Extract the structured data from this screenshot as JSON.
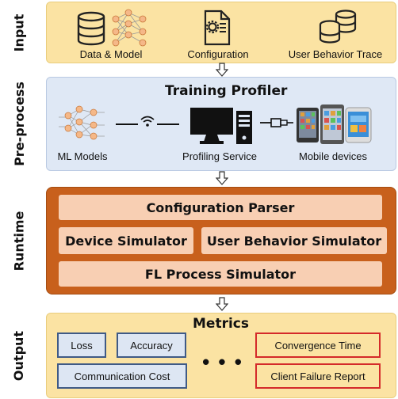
{
  "stages": {
    "input": "Input",
    "preprocess": "Pre-process",
    "runtime": "Runtime",
    "output": "Output"
  },
  "input": {
    "items": [
      "Data & Model",
      "Configuration",
      "User Behavior Trace"
    ]
  },
  "preprocess": {
    "title": "Training Profiler",
    "items": [
      "ML Models",
      "Profiling Service",
      "Mobile devices"
    ]
  },
  "runtime": {
    "config_parser": "Configuration Parser",
    "device_simulator": "Device Simulator",
    "user_behavior_simulator": "User Behavior Simulator",
    "fl_process_simulator": "FL Process Simulator"
  },
  "output": {
    "title": "Metrics",
    "metrics": [
      "Loss",
      "Accuracy",
      "Communication Cost",
      "Convergence Time",
      "Client Failure Report"
    ],
    "ellipsis": "• • •"
  },
  "colors": {
    "input_bg": "#fbe3a3",
    "preprocess_bg": "#dfe8f5",
    "runtime_bg": "#c8601c",
    "runtime_box": "#f8cfb3",
    "metric_border_blue": "#3f5a86",
    "metric_border_red": "#d42a2a"
  }
}
